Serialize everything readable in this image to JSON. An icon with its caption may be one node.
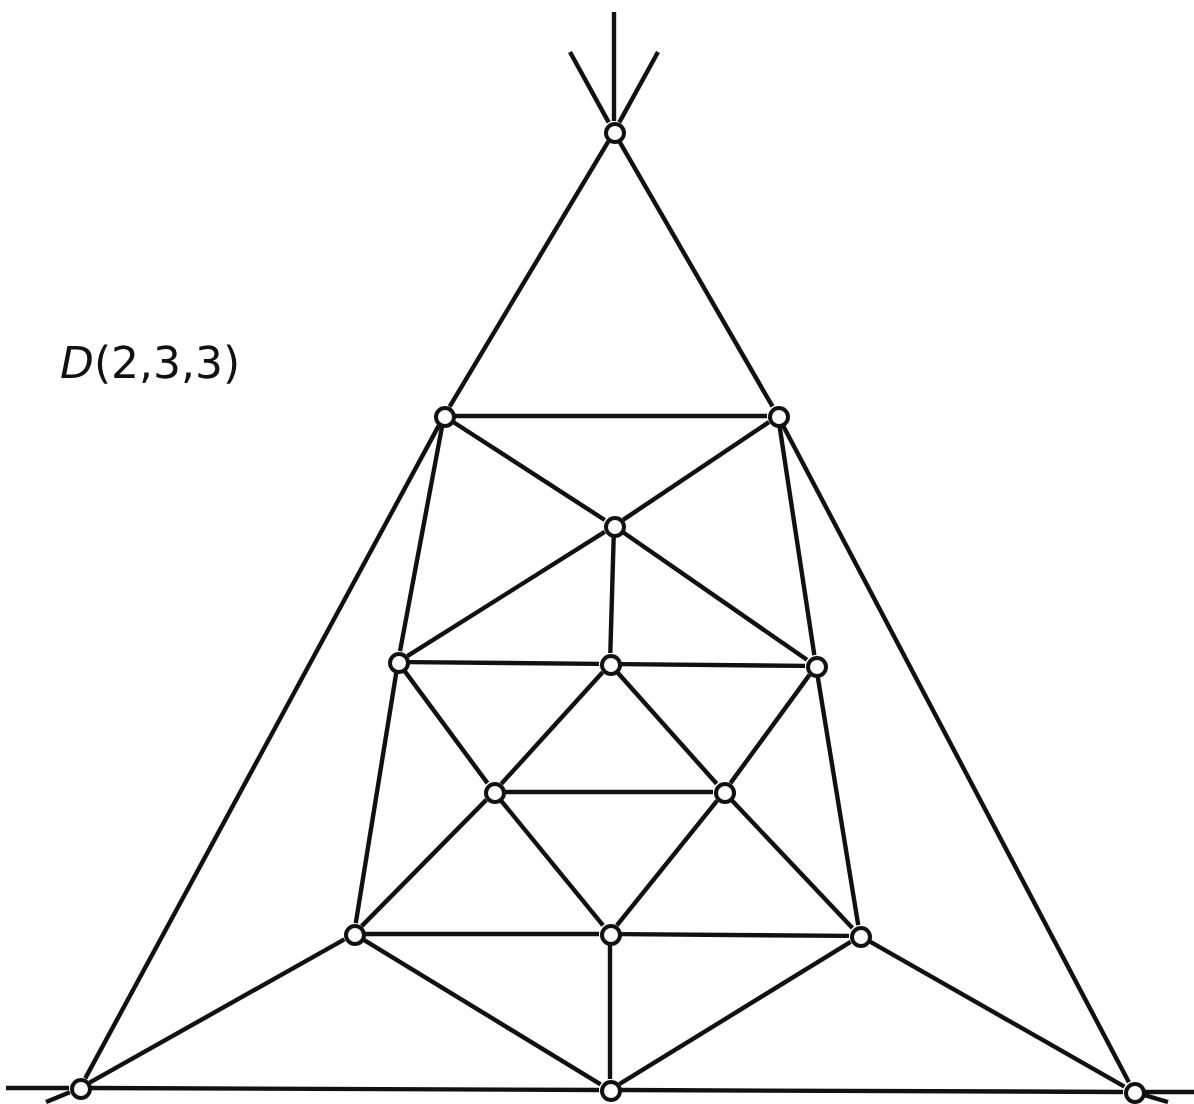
{
  "diagram": {
    "nodes": [
      {
        "text": [],
        "shape": "circle"
      },
      {
        "text": [],
        "shape": "circle"
      },
      {
        "text": [],
        "shape": "circle"
      },
      {
        "text": [],
        "shape": "circle"
      },
      {
        "text": [],
        "shape": "circle"
      },
      {
        "text": [],
        "shape": "circle"
      },
      {
        "text": [],
        "shape": "circle"
      },
      {
        "text": [],
        "shape": "circle"
      },
      {
        "text": [],
        "shape": "circle"
      },
      {
        "text": [],
        "shape": "circle"
      },
      {
        "text": [],
        "shape": "circle"
      },
      {
        "text": [],
        "shape": "circle"
      },
      {
        "text": [],
        "shape": "circle"
      },
      {
        "text": [],
        "shape": "circle"
      },
      {
        "text": [],
        "shape": "circle"
      }
    ],
    "edges": [
      {
        "from": 0,
        "to": 1,
        "arrow": "none"
      },
      {
        "from": 0,
        "to": 2,
        "arrow": "none"
      },
      {
        "from": 1,
        "to": 2,
        "arrow": "none"
      },
      {
        "from": 1,
        "to": 3,
        "arrow": "none"
      },
      {
        "from": 2,
        "to": 3,
        "arrow": "none"
      },
      {
        "from": 1,
        "to": 4,
        "arrow": "none"
      },
      {
        "from": 1,
        "to": 12,
        "arrow": "none"
      },
      {
        "from": 2,
        "to": 6,
        "arrow": "none"
      },
      {
        "from": 2,
        "to": 14,
        "arrow": "none"
      },
      {
        "from": 3,
        "to": 4,
        "arrow": "none"
      },
      {
        "from": 3,
        "to": 5,
        "arrow": "none"
      },
      {
        "from": 3,
        "to": 6,
        "arrow": "none"
      },
      {
        "from": 4,
        "to": 5,
        "arrow": "none"
      },
      {
        "from": 5,
        "to": 6,
        "arrow": "none"
      },
      {
        "from": 4,
        "to": 7,
        "arrow": "none"
      },
      {
        "from": 5,
        "to": 7,
        "arrow": "none"
      },
      {
        "from": 5,
        "to": 8,
        "arrow": "none"
      },
      {
        "from": 6,
        "to": 8,
        "arrow": "none"
      },
      {
        "from": 7,
        "to": 8,
        "arrow": "none"
      },
      {
        "from": 4,
        "to": 9,
        "arrow": "none"
      },
      {
        "from": 6,
        "to": 11,
        "arrow": "none"
      },
      {
        "from": 7,
        "to": 9,
        "arrow": "none"
      },
      {
        "from": 7,
        "to": 10,
        "arrow": "none"
      },
      {
        "from": 8,
        "to": 10,
        "arrow": "none"
      },
      {
        "from": 8,
        "to": 11,
        "arrow": "none"
      },
      {
        "from": 9,
        "to": 10,
        "arrow": "none"
      },
      {
        "from": 10,
        "to": 11,
        "arrow": "none"
      },
      {
        "from": 9,
        "to": 12,
        "arrow": "none"
      },
      {
        "from": 9,
        "to": 13,
        "arrow": "none"
      },
      {
        "from": 10,
        "to": 13,
        "arrow": "none"
      },
      {
        "from": 11,
        "to": 13,
        "arrow": "none"
      },
      {
        "from": 11,
        "to": 14,
        "arrow": "none"
      },
      {
        "from": 12,
        "to": 13,
        "arrow": "none"
      },
      {
        "from": 13,
        "to": 14,
        "arrow": "none"
      },
      {
        "from": 0,
        "to": null,
        "arrow": "none"
      },
      {
        "from": 0,
        "to": null,
        "arrow": "none"
      },
      {
        "from": 0,
        "to": null,
        "arrow": "none"
      },
      {
        "from": 12,
        "to": null,
        "arrow": "none"
      },
      {
        "from": 12,
        "to": null,
        "arrow": "none"
      },
      {
        "from": 14,
        "to": null,
        "arrow": "none"
      },
      {
        "from": 14,
        "to": null,
        "arrow": "none"
      }
    ],
    "labels": [
      "*D*(2,3,3)"
    ]
  }
}
